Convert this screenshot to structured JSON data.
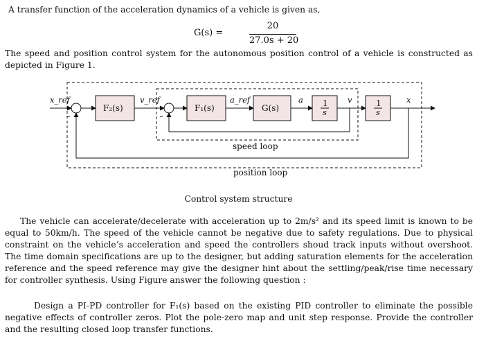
{
  "intro": "A transfer function of the acceleration dynamics of a vehicle is given as,",
  "equation": {
    "lhs": "G(s) =",
    "numerator": "20",
    "denominator": "27.0s + 20"
  },
  "para1": [
    "The speed and position control system for the autonomous position control of a vehicle is constructed as",
    "depicted in Figure 1."
  ],
  "diagram": {
    "x_ref": "x_ref",
    "F2": "F₂(s)",
    "v_ref": "v_ref",
    "F1": "F₁(s)",
    "a_ref": "a_ref",
    "G": "G(s)",
    "a": "a",
    "integrator1_num": "1",
    "integrator1_den": "s",
    "v": "v",
    "integrator2_num": "1",
    "integrator2_den": "s",
    "x": "x",
    "speed_loop": "speed loop",
    "position_loop": "position loop"
  },
  "caption": "Control system structure",
  "para2": [
    "The vehicle can accelerate/decelerate with acceleration up to 2m/s² and its speed limit is known to be",
    "equal to 50km/h. The speed of the vehicle cannot be negative due to safety regulations. Due to physical",
    "constraint on the vehicle’s acceleration and speed the controllers shoud track inputs without overshoot.",
    "The time domain specifications are up to the designer, but adding saturation elements for the acceleration",
    "reference and the speed reference may give the designer hint about the settling/peak/rise time necessary",
    "for controller synthesis. Using Figure   answer the following question :"
  ],
  "para3": [
    "Design a PI-PD controller for F₁(s) based on the existing PID controller to eliminate the possible",
    "negative effects of controller zeros. Plot the pole-zero map and unit step response. Provide the controller",
    "and the resulting closed loop transfer functions."
  ]
}
